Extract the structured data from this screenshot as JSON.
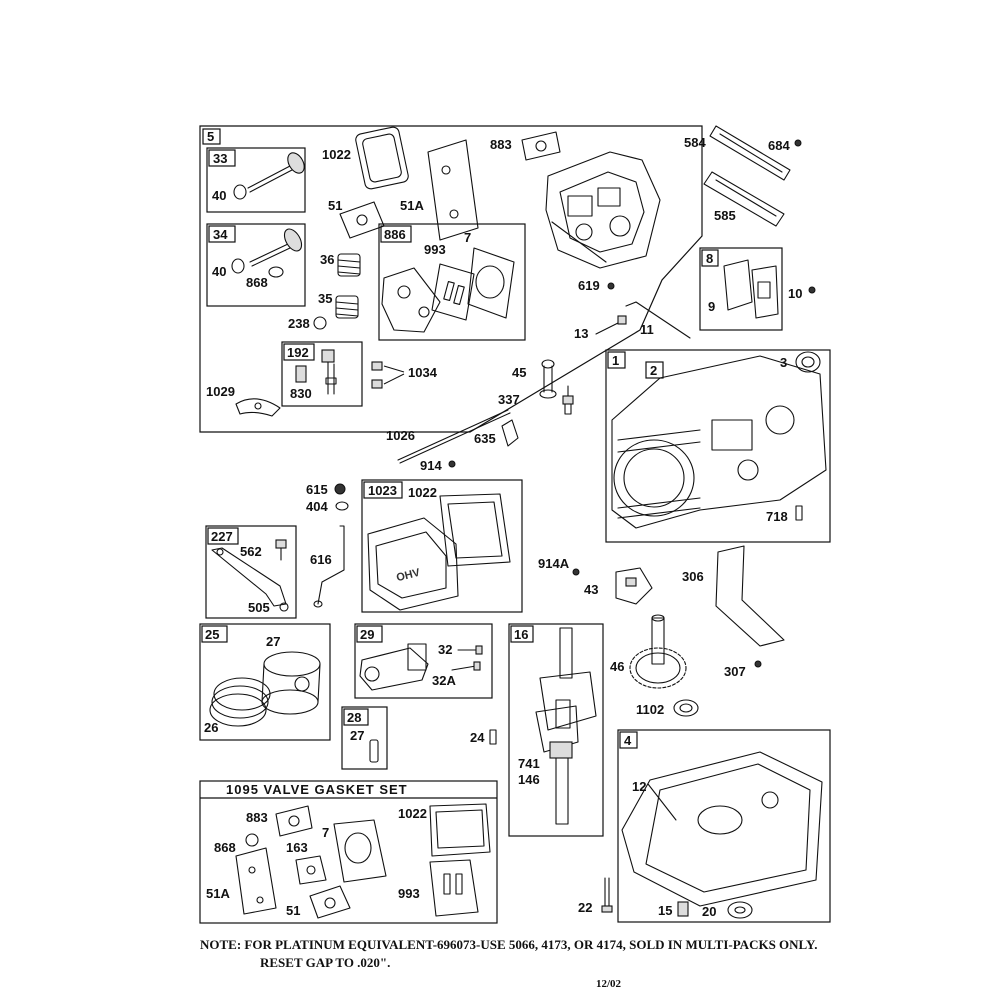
{
  "diagram": {
    "labels": {
      "5": "5",
      "33": "33",
      "40a": "40",
      "1022a": "1022",
      "883a": "883",
      "584": "584",
      "684": "684",
      "51a": "51",
      "51Aa": "51A",
      "585": "585",
      "34": "34",
      "886": "886",
      "993a": "993",
      "7a": "7",
      "36": "36",
      "40b": "40",
      "868a": "868",
      "35": "35",
      "238": "238",
      "619": "619",
      "8": "8",
      "9": "9",
      "10": "10",
      "11": "11",
      "13": "13",
      "192": "192",
      "1034": "1034",
      "830": "830",
      "1029": "1029",
      "45": "45",
      "337": "337",
      "1": "1",
      "2": "2",
      "3": "3",
      "1026": "1026",
      "635": "635",
      "914": "914",
      "615": "615",
      "404": "404",
      "1023": "1023",
      "1022b": "1022",
      "718": "718",
      "227": "227",
      "562": "562",
      "616": "616",
      "505": "505",
      "914A": "914A",
      "43": "43",
      "306": "306",
      "25": "25",
      "27a": "27",
      "29": "29",
      "32": "32",
      "32A": "32A",
      "16": "16",
      "46": "46",
      "307": "307",
      "26": "26",
      "28": "28",
      "27b": "27",
      "24": "24",
      "1102": "1102",
      "4": "4",
      "741": "741",
      "146": "146",
      "12": "12",
      "1095title": "1095  VALVE  GASKET  SET",
      "883b": "883",
      "1022c": "1022",
      "868b": "868",
      "7b": "7",
      "163": "163",
      "51Ab": "51A",
      "51b": "51",
      "993b": "993",
      "22": "22",
      "15": "15",
      "20": "20"
    }
  },
  "note": {
    "line1": "NOTE: FOR PLATINUM EQUIVALENT-696073-USE 5066, 4173, OR 4174, SOLD IN MULTI-PACKS ONLY.",
    "line2": "RESET GAP TO .020\"."
  },
  "date_code": "12/02"
}
